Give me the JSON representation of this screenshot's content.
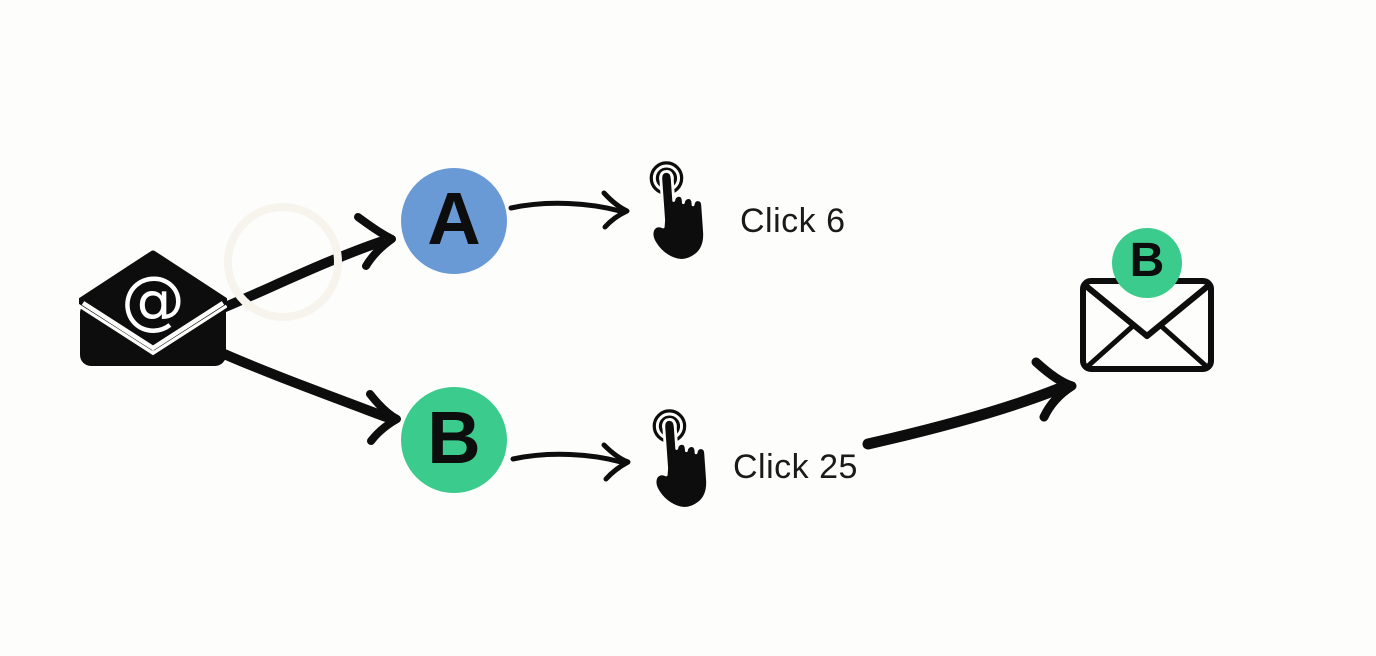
{
  "diagram": {
    "type": "ab-test-email-flow",
    "source": {
      "icon": "email-at-icon",
      "at_symbol": "@"
    },
    "variant_a": {
      "label": "A",
      "circle_color": "#6A9AD6",
      "result_icon": "tap-click-icon",
      "result_text": "Click 6"
    },
    "variant_b": {
      "label": "B",
      "circle_color": "#3BCB8C",
      "result_icon": "tap-click-icon",
      "result_text": "Click 25"
    },
    "winner": {
      "icon": "envelope-outline-icon",
      "badge_label": "B",
      "badge_color": "#3BCB8C"
    },
    "colors": {
      "ink": "#0d0d0d",
      "background": "#fdfdfc",
      "faint_circle": "#f6f4ed"
    }
  }
}
